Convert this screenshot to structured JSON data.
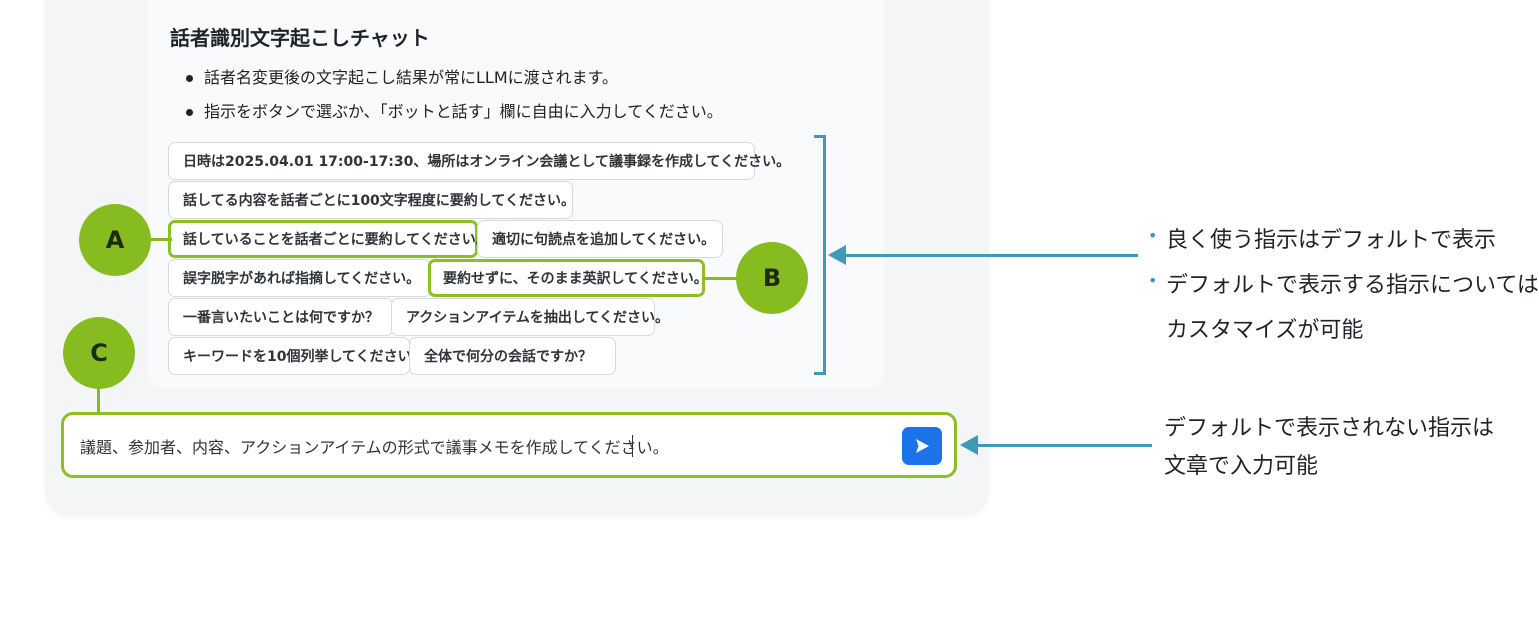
{
  "card": {
    "title": "話者識別文字起こしチャット",
    "bullets": [
      "話者名変更後の文字起こし結果が常にLLMに渡されます。",
      "指示をボタンで選ぶか、「ボットと話す」欄に自由に入力してください。"
    ]
  },
  "chips": [
    "日時は2025.04.01 17:00-17:30、場所はオンライン会議として議事録を作成してください。",
    "話してる内容を話者ごとに100文字程度に要約してください。",
    "話していることを話者ごとに要約してください。",
    "適切に句読点を追加してください。",
    "誤字脱字があれば指摘してください。",
    "要約せずに、そのまま英訳してください。",
    "一番言いたいことは何ですか？",
    "アクションアイテムを抽出してください。",
    "キーワードを10個列挙してください。",
    "全体で何分の会話ですか？"
  ],
  "input": {
    "value": "議題、参加者、内容、アクションアイテムの形式で議事メモを作成してください。",
    "send_icon": "send-icon"
  },
  "markers": {
    "a": "A",
    "b": "B",
    "c": "C"
  },
  "annotations": {
    "default_line1": "良く使う指示はデフォルトで表示",
    "default_line2": "デフォルトで表示する指示については",
    "default_line3": "カスタマイズが可能",
    "custom_line1": "デフォルトで表示されない指示は",
    "custom_line2": "文章で入力可能"
  },
  "colors": {
    "highlight_green": "#86bc1f",
    "arrow_blue": "#3f9ab8",
    "send_button": "#1a73e8"
  }
}
